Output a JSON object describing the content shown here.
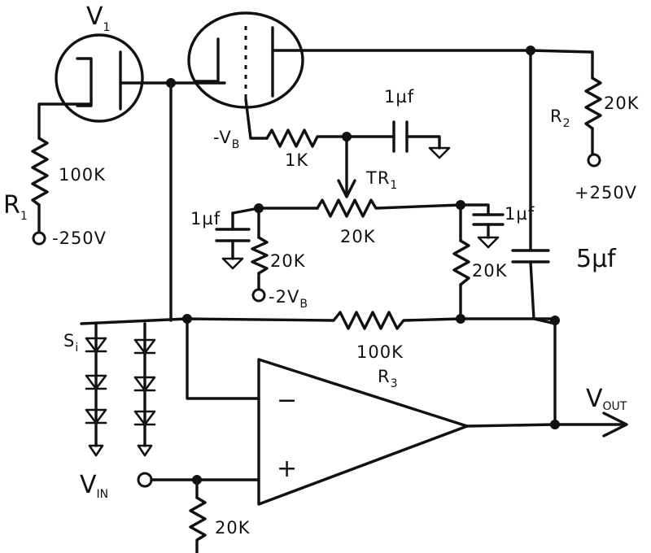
{
  "labels": {
    "v1": "V",
    "v1_sub": "1",
    "r1": "R",
    "r1_sub": "1",
    "r1_value": "100K",
    "r1_supply": "-250V",
    "vb_node": "-V",
    "vb_sub": "B",
    "res_1k": "1K",
    "cap_top": "1µf",
    "tr1": "TR",
    "tr1_sub": "1",
    "r2": "R",
    "r2_sub": "2",
    "r2_value": "20K",
    "r2_supply": "+250V",
    "cap_left": "1µf",
    "res_left": "20K",
    "supply_2vb": "-2V",
    "supply_2vb_sub": "B",
    "pot_value": "20K",
    "cap_right": "1µf",
    "res_right": "20K",
    "cap_5uf": "5µf",
    "r3_value": "100K",
    "r3": "R",
    "r3_sub": "3",
    "si": "S",
    "si_sub": "i",
    "vout": "V",
    "vout_sub": "OUT",
    "vin": "V",
    "vin_sub": "IN",
    "res_bottom": "20K",
    "opamp_minus": "−",
    "opamp_plus": "+"
  }
}
